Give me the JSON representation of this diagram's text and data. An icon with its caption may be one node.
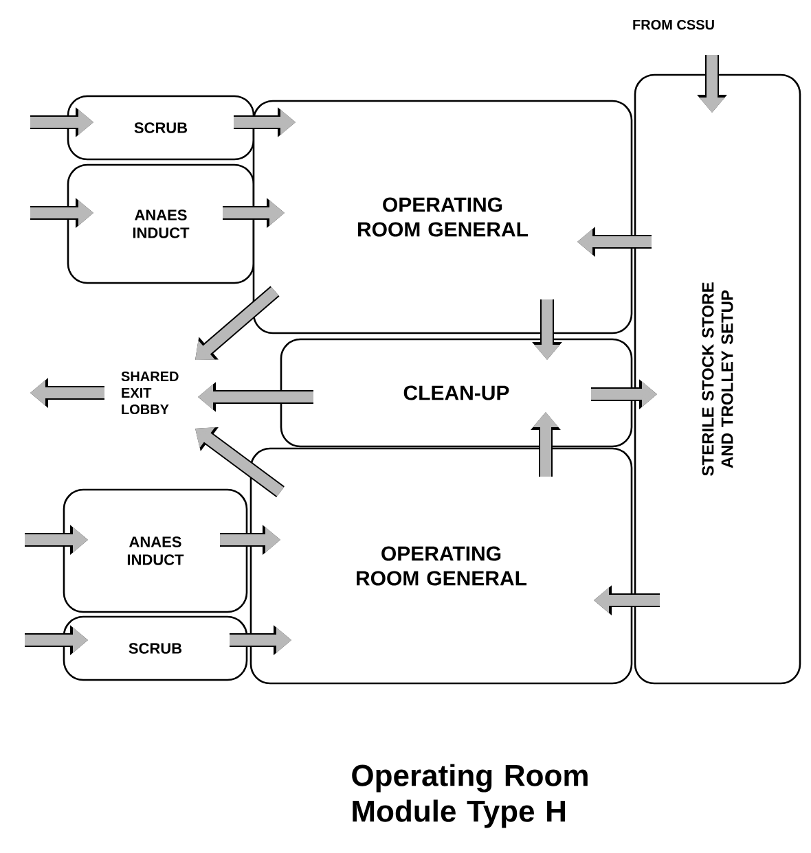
{
  "diagram": {
    "title": "Operating Room Module Type H",
    "nodes": [
      {
        "text": [
          "SCRUB"
        ]
      },
      {
        "text": [
          "ANAES INDUCT"
        ]
      },
      {
        "text": [
          "OPERATING ROOM GENERAL"
        ]
      },
      {
        "text": [
          "CLEAN-UP"
        ]
      },
      {
        "text": [
          "OPERATING ROOM GENERAL"
        ]
      },
      {
        "text": [
          "ANAES INDUCT"
        ]
      },
      {
        "text": [
          "SCRUB"
        ]
      },
      {
        "text": [
          "STERILE STOCK STORE AND TROLLEY SETUP"
        ]
      },
      {
        "text": [
          "FROM CSSU"
        ]
      },
      {
        "text": [
          "SHARED EXIT LOBBY"
        ]
      }
    ],
    "edges": [
      {
        "from": null,
        "to": 0,
        "arrow": "to"
      },
      {
        "from": 0,
        "to": 2,
        "arrow": "to"
      },
      {
        "from": null,
        "to": 1,
        "arrow": "to"
      },
      {
        "from": 1,
        "to": 2,
        "arrow": "to"
      },
      {
        "from": 8,
        "to": 7,
        "arrow": "to"
      },
      {
        "from": 7,
        "to": 2,
        "arrow": "to"
      },
      {
        "from": 2,
        "to": 3,
        "arrow": "to"
      },
      {
        "from": 2,
        "to": 9,
        "arrow": "to"
      },
      {
        "from": 3,
        "to": 9,
        "arrow": "to"
      },
      {
        "from": 9,
        "to": null,
        "arrow": "to"
      },
      {
        "from": 3,
        "to": 7,
        "arrow": "to"
      },
      {
        "from": 4,
        "to": 3,
        "arrow": "to"
      },
      {
        "from": 4,
        "to": 9,
        "arrow": "to"
      },
      {
        "from": null,
        "to": 5,
        "arrow": "to"
      },
      {
        "from": 5,
        "to": 4,
        "arrow": "to"
      },
      {
        "from": null,
        "to": 6,
        "arrow": "to"
      },
      {
        "from": 6,
        "to": 4,
        "arrow": "to"
      },
      {
        "from": 7,
        "to": 4,
        "arrow": "to"
      }
    ]
  }
}
